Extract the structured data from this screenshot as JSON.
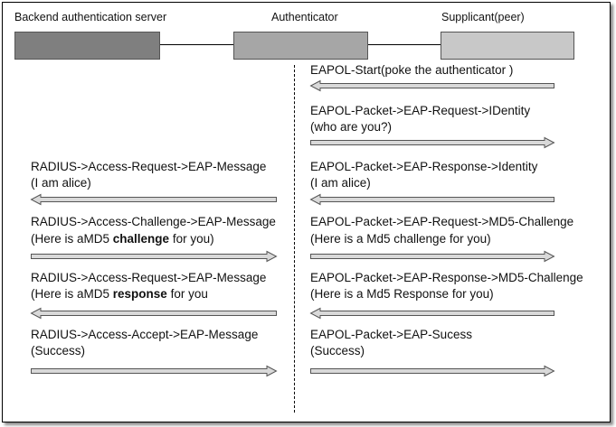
{
  "entities": {
    "server": "Backend authentication server",
    "authenticator": "Authenticator",
    "supplicant": "Supplicant(peer)"
  },
  "colors": {
    "server_box": "#7f7f7f",
    "authenticator_box": "#a6a6a6",
    "supplicant_box": "#c8c8c8",
    "arrow_fill": "#d9d9d9",
    "arrow_stroke": "#555555"
  },
  "messages": {
    "r1": {
      "line1": "EAPOL-Start(poke the authenticator )"
    },
    "r2": {
      "line1": "EAPOL-Packet->EAP-Request->IDentity",
      "line2": "(who are you?)"
    },
    "r3l": {
      "line1": "RADIUS->Access-Request->EAP-Message",
      "line2": "(I am alice)"
    },
    "r3r": {
      "line1": "EAPOL-Packet->EAP-Response->Identity",
      "line2": "(I am alice)"
    },
    "r4l": {
      "line1": "RADIUS->Access-Challenge->EAP-Message",
      "line2_pre": "(Here is aMD5 ",
      "line2_bold": "challenge",
      "line2_post": " for you)"
    },
    "r4r": {
      "line1": "EAPOL-Packet->EAP-Request->MD5-Challenge",
      "line2": "(Here is a Md5 challenge for you)"
    },
    "r5l": {
      "line1": "RADIUS->Access-Request->EAP-Message",
      "line2_pre": "(Here is aMD5 ",
      "line2_bold": "response",
      "line2_post": " for you"
    },
    "r5r": {
      "line1": "EAPOL-Packet->EAP-Response->MD5-Challenge",
      "line2": "(Here is a Md5 Response for you)"
    },
    "r6l": {
      "line1": "RADIUS->Access-Accept->EAP-Message",
      "line2": "(Success)"
    },
    "r6r": {
      "line1": "EAPOL-Packet->EAP-Sucess",
      "line2": "(Success)"
    }
  }
}
